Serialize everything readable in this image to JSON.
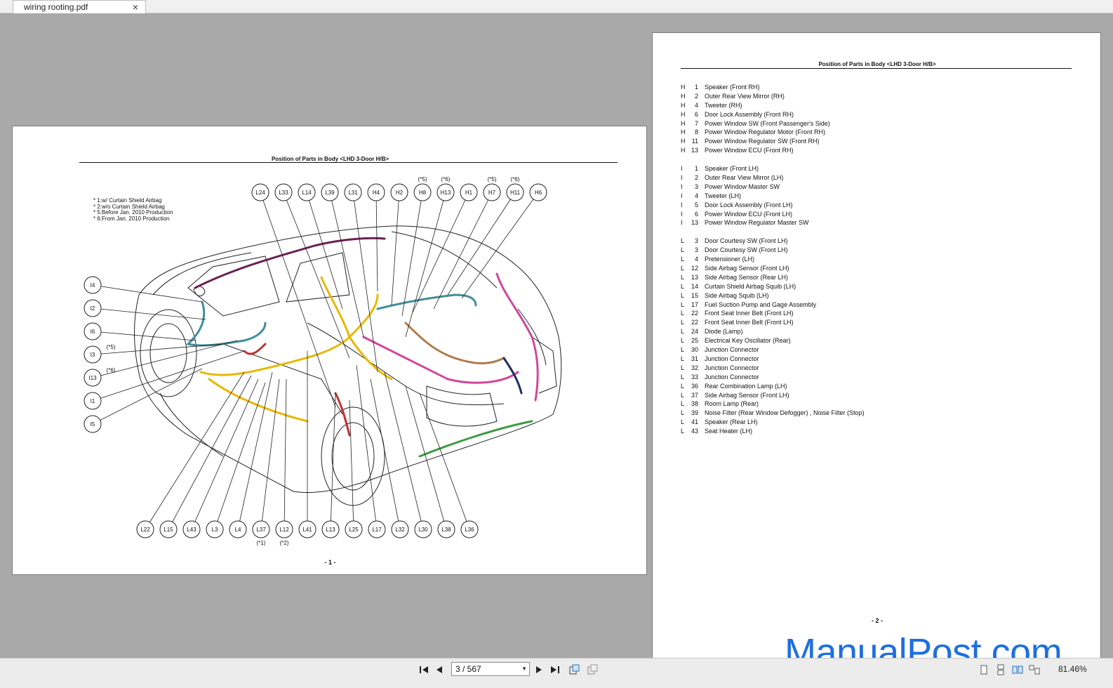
{
  "tab": {
    "title": "wiring rooting.pdf",
    "close": "×"
  },
  "page1": {
    "title": "Position of Parts in Body <LHD 3-Door H/B>",
    "notes": [
      "* 1:w/ Curtain Shield Airbag",
      "* 2:w/o Curtain Shield Airbag",
      "* 5:Before Jan. 2010 Production",
      "* 6:From Jan. 2010 Production"
    ],
    "top_labels": [
      "L24",
      "L33",
      "L14",
      "L39",
      "L31",
      "H4",
      "H2",
      "H8",
      "H13",
      "H1",
      "H7",
      "H11",
      "H6"
    ],
    "top_notes": {
      "H8": "(*5)",
      "H13": "(*6)",
      "H7": "(*5)",
      "H11": "(*6)"
    },
    "left_labels": [
      "I4",
      "I2",
      "I6",
      "I3",
      "I13",
      "I1",
      "I5"
    ],
    "left_notes": {
      "I3": "(*5)",
      "I13": "(*6)"
    },
    "bottom_labels": [
      "L22",
      "L15",
      "L43",
      "L3",
      "L4",
      "L37",
      "L12",
      "L41",
      "L13",
      "L25",
      "L17",
      "L32",
      "L30",
      "L38",
      "L36"
    ],
    "bottom_notes": {
      "L37": "(*1)",
      "L12": "(*2)"
    },
    "page_number": "- 1 -"
  },
  "page2": {
    "title": "Position of Parts in Body <LHD 3-Door H/B>",
    "groups": [
      [
        [
          "H",
          "1",
          "Speaker (Front RH)"
        ],
        [
          "H",
          "2",
          "Outer Rear View Mirror (RH)"
        ],
        [
          "H",
          "4",
          "Tweeter (RH)"
        ],
        [
          "H",
          "6",
          "Door Lock Assembly (Front RH)"
        ],
        [
          "H",
          "7",
          "Power Window SW (Front Passenger's Side)"
        ],
        [
          "H",
          "8",
          "Power Window Regulator Motor (Front RH)"
        ],
        [
          "H",
          "11",
          "Power Window Regulator SW (Front RH)"
        ],
        [
          "H",
          "13",
          "Power Window ECU (Front RH)"
        ]
      ],
      [
        [
          "I",
          "1",
          "Speaker (Front LH)"
        ],
        [
          "I",
          "2",
          "Outer Rear View Mirror (LH)"
        ],
        [
          "I",
          "3",
          "Power Window Master SW"
        ],
        [
          "I",
          "4",
          "Tweeter (LH)"
        ],
        [
          "I",
          "5",
          "Door Lock Assembly (Front LH)"
        ],
        [
          "I",
          "6",
          "Power Window ECU (Front LH)"
        ],
        [
          "I",
          "13",
          "Power Window Regulator Master SW"
        ]
      ],
      [
        [
          "L",
          "3",
          "Door Courtesy SW (Front LH)"
        ],
        [
          "L",
          "3",
          "Door Courtesy SW (Front LH)"
        ],
        [
          "L",
          "4",
          "Pretensioner (LH)"
        ],
        [
          "L",
          "12",
          "Side Airbag Sensor (Front LH)"
        ],
        [
          "L",
          "13",
          "Side Airbag Sensor (Rear LH)"
        ],
        [
          "L",
          "14",
          "Curtain Shield Airbag Squib (LH)"
        ],
        [
          "L",
          "15",
          "Side Airbag Squib (LH)"
        ],
        [
          "L",
          "17",
          "Fuel Suction Pump and Gage Assembly"
        ],
        [
          "L",
          "22",
          "Front Seat Inner Belt (Front LH)"
        ],
        [
          "L",
          "22",
          "Front Seat Inner Belt (Front LH)"
        ],
        [
          "L",
          "24",
          "Diode (Lamp)"
        ],
        [
          "L",
          "25",
          "Electrical Key Oscillator (Rear)"
        ],
        [
          "L",
          "30",
          "Junction Connector"
        ],
        [
          "L",
          "31",
          "Junction Connector"
        ],
        [
          "L",
          "32",
          "Junction Connector"
        ],
        [
          "L",
          "33",
          "Junction Connector"
        ],
        [
          "L",
          "36",
          "Rear Combination Lamp (LH)"
        ],
        [
          "L",
          "37",
          "Side Airbag Sensor (Front LH)"
        ],
        [
          "L",
          "38",
          "Room Lamp (Rear)"
        ],
        [
          "L",
          "39",
          "Noise Filter (Rear Window Defogger) , Noise Filter (Stop)"
        ],
        [
          "L",
          "41",
          "Speaker (Rear LH)"
        ],
        [
          "L",
          "43",
          "Seat Heater (LH)"
        ]
      ]
    ],
    "page_number": "- 2 -"
  },
  "toolbar": {
    "page_indicator": "3 / 567",
    "zoom": "81.46%",
    "icons": [
      "first-page-icon",
      "previous-page-icon",
      "next-page-icon",
      "last-page-icon",
      "fit-page-icon",
      "fit-width-icon",
      "single-page-icon",
      "continuous-page-icon",
      "facing-page-icon",
      "cover-page-icon"
    ]
  },
  "watermark": "ManualPost.com",
  "colors": {
    "harness_yellow": "#e8b800",
    "harness_magenta": "#d0479c",
    "harness_teal": "#3f8f9a",
    "harness_red": "#c23030",
    "harness_brown": "#b07a4a",
    "harness_green": "#3f9a45",
    "harness_navy": "#1f2f66",
    "harness_purple": "#6a2050",
    "watermark_blue": "#1e6fe0"
  }
}
